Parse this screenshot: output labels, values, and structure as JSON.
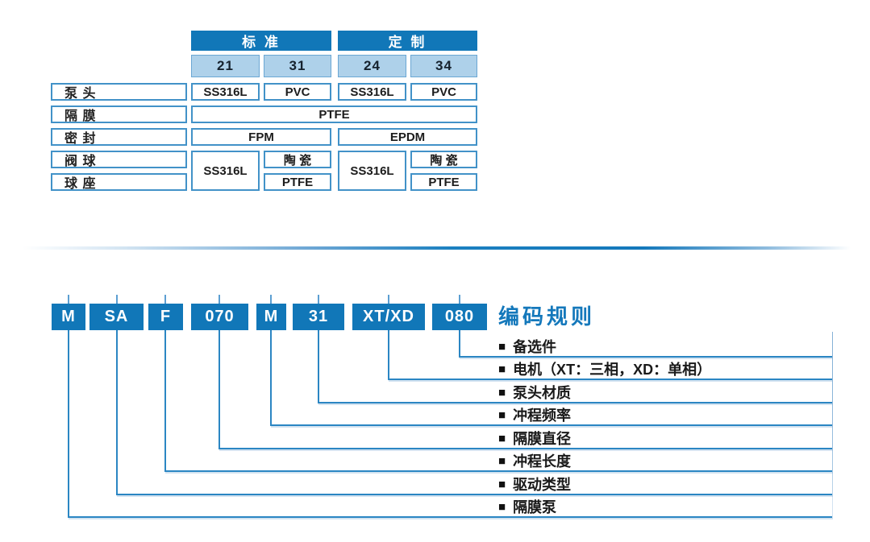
{
  "colors": {
    "primary_blue": "#1177b8",
    "light_blue_fill": "#aed1ea",
    "cell_border_blue": "#4292c8",
    "connector_blue": "#2b86c3"
  },
  "materials_table": {
    "group_headers": [
      {
        "label": "标 准"
      },
      {
        "label": "定 制"
      }
    ],
    "code_headers": [
      {
        "label": "21"
      },
      {
        "label": "31"
      },
      {
        "label": "24"
      },
      {
        "label": "34"
      }
    ],
    "row_labels": {
      "pump_head": "泵 头",
      "diaphragm": "隔 膜",
      "seal": "密 封",
      "valve_ball": "阀 球",
      "ball_seat": "球 座"
    },
    "values": {
      "pump_head": [
        "SS316L",
        "PVC",
        "SS316L",
        "PVC"
      ],
      "diaphragm_all": "PTFE",
      "seal": [
        "FPM",
        "EPDM"
      ],
      "valve_shared": [
        "SS316L",
        "SS316L"
      ],
      "valve_ball": [
        "陶 瓷",
        "陶 瓷"
      ],
      "ball_seat": [
        "PTFE",
        "PTFE"
      ]
    }
  },
  "coding": {
    "title": "编码规则",
    "bullet": "■",
    "blocks": [
      {
        "code": "M",
        "label": "隔膜泵"
      },
      {
        "code": "SA",
        "label": "驱动类型"
      },
      {
        "code": "F",
        "label": "冲程长度"
      },
      {
        "code": "070",
        "label": "隔膜直径"
      },
      {
        "code": "M",
        "label": "冲程频率"
      },
      {
        "code": "31",
        "label": "泵头材质"
      },
      {
        "code": "XT/XD",
        "label": "电机（XT：三相，XD：单相）"
      },
      {
        "code": "080",
        "label": "备选件"
      }
    ]
  }
}
